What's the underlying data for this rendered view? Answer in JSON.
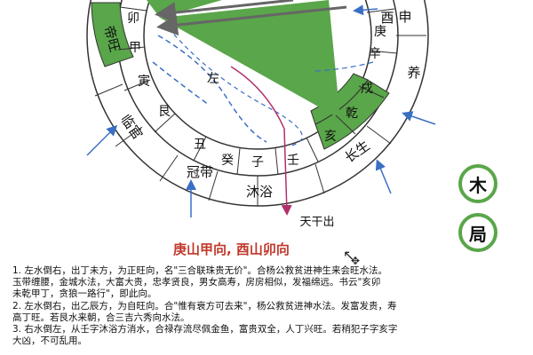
{
  "wheel": {
    "outer_ring": [
      "沐浴",
      "冠带",
      "临官",
      "帝旺",
      "申",
      "酉",
      "养",
      "长生"
    ],
    "inner_ring": [
      "子",
      "丑",
      "艮",
      "寅",
      "甲",
      "卯",
      "庚",
      "辛",
      "戌",
      "乾",
      "亥",
      "壬",
      "癸"
    ],
    "left_label": "左",
    "exit_label": "天干出"
  },
  "badges": [
    "木",
    "局"
  ],
  "title": "庚山甲向, 酉山卯向",
  "notes": [
    "1. 左水倒右，出丁未方，为正旺向，名\"三合联珠贵无价\"。合杨公救贫进神生来会旺水法。",
    "玉带缠腰，金城水法，大富大贵，忠孝贤良，男女高寿，房房相似，发福绵远。书云\"亥卯",
    "未乾甲丁，贪狼一路行\"，即此向。",
    "2. 左水倒右，出乙辰方，为自旺向。合\"惟有衰方可去来\"，杨公救贫进神水法。发富发贵，寿",
    "高丁旺。若艮水来朝，合三吉六秀向水法。",
    "3. 右水倒左，从壬字沐浴方消水，合禄存流尽佩金鱼，富贵双全，人丁兴旺。若稍犯子字亥字",
    "大凶，不可乱用。"
  ],
  "colors": {
    "green": "#5aa64a",
    "title_red": "#c0392b",
    "arrow_blue": "#3a6fc4",
    "arrow_grey": "#666666",
    "arrow_magenta": "#b0306a"
  }
}
